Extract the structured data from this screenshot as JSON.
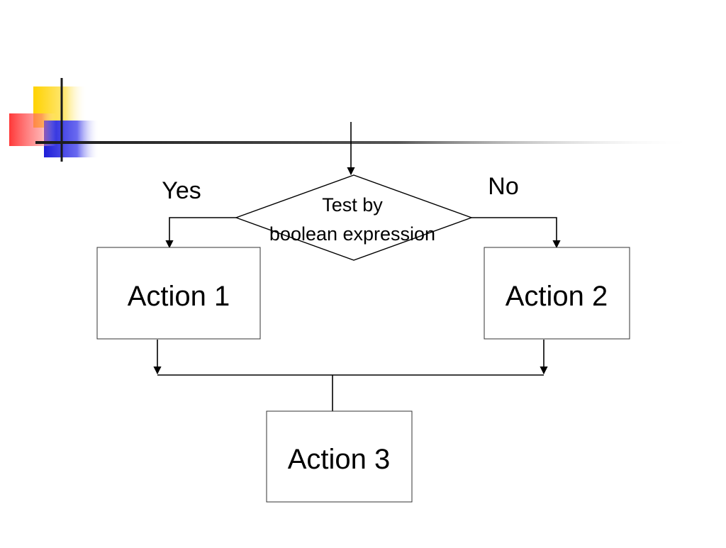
{
  "diagram": {
    "decision": {
      "line1": "Test by",
      "line2": "boolean expression"
    },
    "branches": {
      "yes": "Yes",
      "no": "No"
    },
    "actions": {
      "action1": "Action 1",
      "action2": "Action 2",
      "action3": "Action 3"
    }
  },
  "colors": {
    "decor_yellow": "#ffd700",
    "decor_red": "#ff3030",
    "decor_blue": "#2828e0",
    "decor_line": "#222222",
    "lines": "#000000",
    "box_border": "#333333"
  }
}
